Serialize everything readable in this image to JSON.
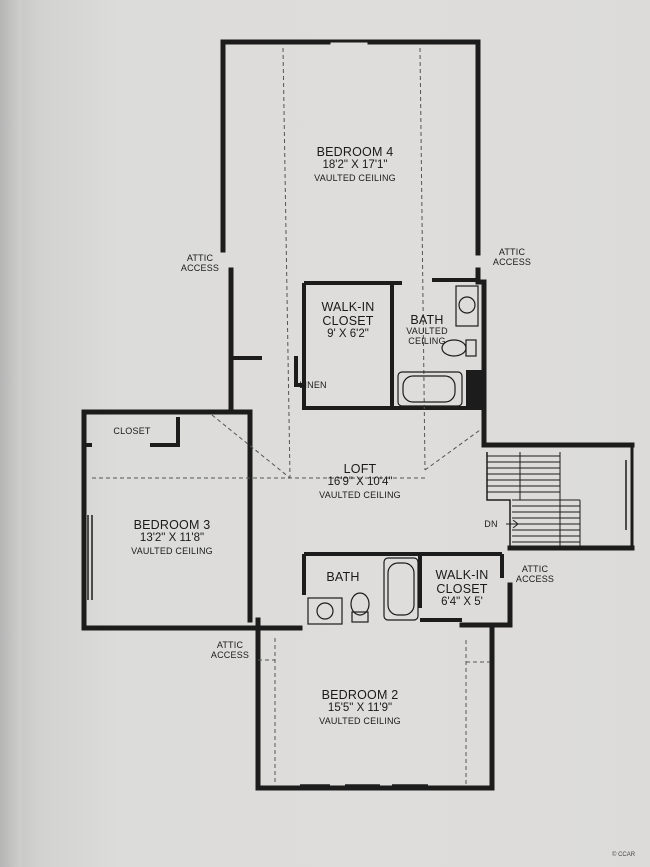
{
  "rooms": {
    "bedroom4": {
      "name": "BEDROOM 4",
      "dims": "18'2\" X 17'1\"",
      "note": "VAULTED CEILING"
    },
    "walkin1": {
      "name1": "WALK-IN",
      "name2": "CLOSET",
      "dims": "9' X 6'2\""
    },
    "bath1": {
      "name": "BATH",
      "note1": "VAULTED",
      "note2": "CEILING"
    },
    "linen": {
      "name": "LINEN"
    },
    "closet": {
      "name": "CLOSET"
    },
    "bedroom3": {
      "name": "BEDROOM 3",
      "dims": "13'2\" X 11'8\"",
      "note": "VAULTED CEILING"
    },
    "loft": {
      "name": "LOFT",
      "dims": "16'9\" X 10'4\"",
      "note": "VAULTED CEILING"
    },
    "bath2": {
      "name": "BATH"
    },
    "walkin2": {
      "name1": "WALK-IN",
      "name2": "CLOSET",
      "dims": "6'4\" X 5'"
    },
    "bedroom2": {
      "name": "BEDROOM 2",
      "dims": "15'5\" X 11'9\"",
      "note": "VAULTED CEILING"
    }
  },
  "attic": {
    "line1": "ATTIC",
    "line2": "ACCESS"
  },
  "stairs": {
    "label": "DN"
  },
  "logo": "© CCAR",
  "colors": {
    "wall": "#1c1c1c",
    "dashed": "#555555",
    "paper": "#dedddb"
  }
}
